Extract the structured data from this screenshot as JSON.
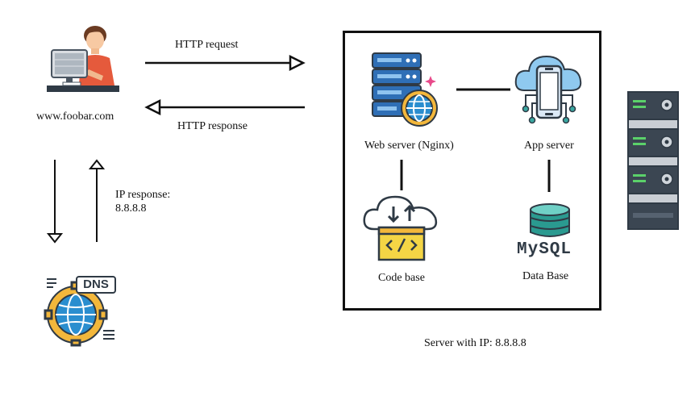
{
  "client": {
    "label": "www.foobar.com"
  },
  "arrows": {
    "http_request": "HTTP request",
    "http_response": "HTTP response",
    "ip_response_title": "IP response:",
    "ip_response_value": "8.8.8.8"
  },
  "dns": {
    "icon_text": "DNS"
  },
  "server_box": {
    "caption": "Server with IP: 8.8.8.8",
    "web_server": "Web server (Nginx)",
    "app_server": "App server",
    "code_base": "Code base",
    "database": "Data Base",
    "db_logo_text": "MySQL"
  },
  "colors": {
    "server_blue": "#2f6fb6",
    "globe_blue": "#2a8ecf",
    "accent_yellow": "#f3b73b",
    "teal": "#3aa7a0",
    "dark": "#2f3a45",
    "shirt": "#e55a3c"
  }
}
